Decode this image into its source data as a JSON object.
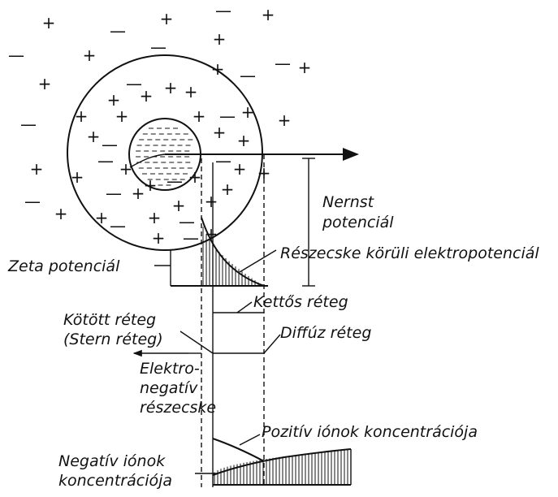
{
  "labels": {
    "nernst": [
      "Nernst",
      "potenciál"
    ],
    "particle_potential": "Részecske körüli elektropotenciál",
    "zeta": "Zeta potenciál",
    "double_layer": "Kettős réteg",
    "bound_layer": [
      "Kötött réteg",
      "(Stern réteg)"
    ],
    "diffuse_layer": "Diffúz réteg",
    "electronegative_particle": [
      "Elektro-",
      "negatív",
      "részecske"
    ],
    "positive_ions": "Pozitív iónok koncentrációja",
    "negative_ions": [
      "Negatív iónok",
      "koncentrációja"
    ]
  },
  "signs": {
    "plus": "+",
    "minus": "—",
    "minus_small": "–"
  },
  "colors": {
    "ink": "#111111",
    "background": "#ffffff"
  }
}
